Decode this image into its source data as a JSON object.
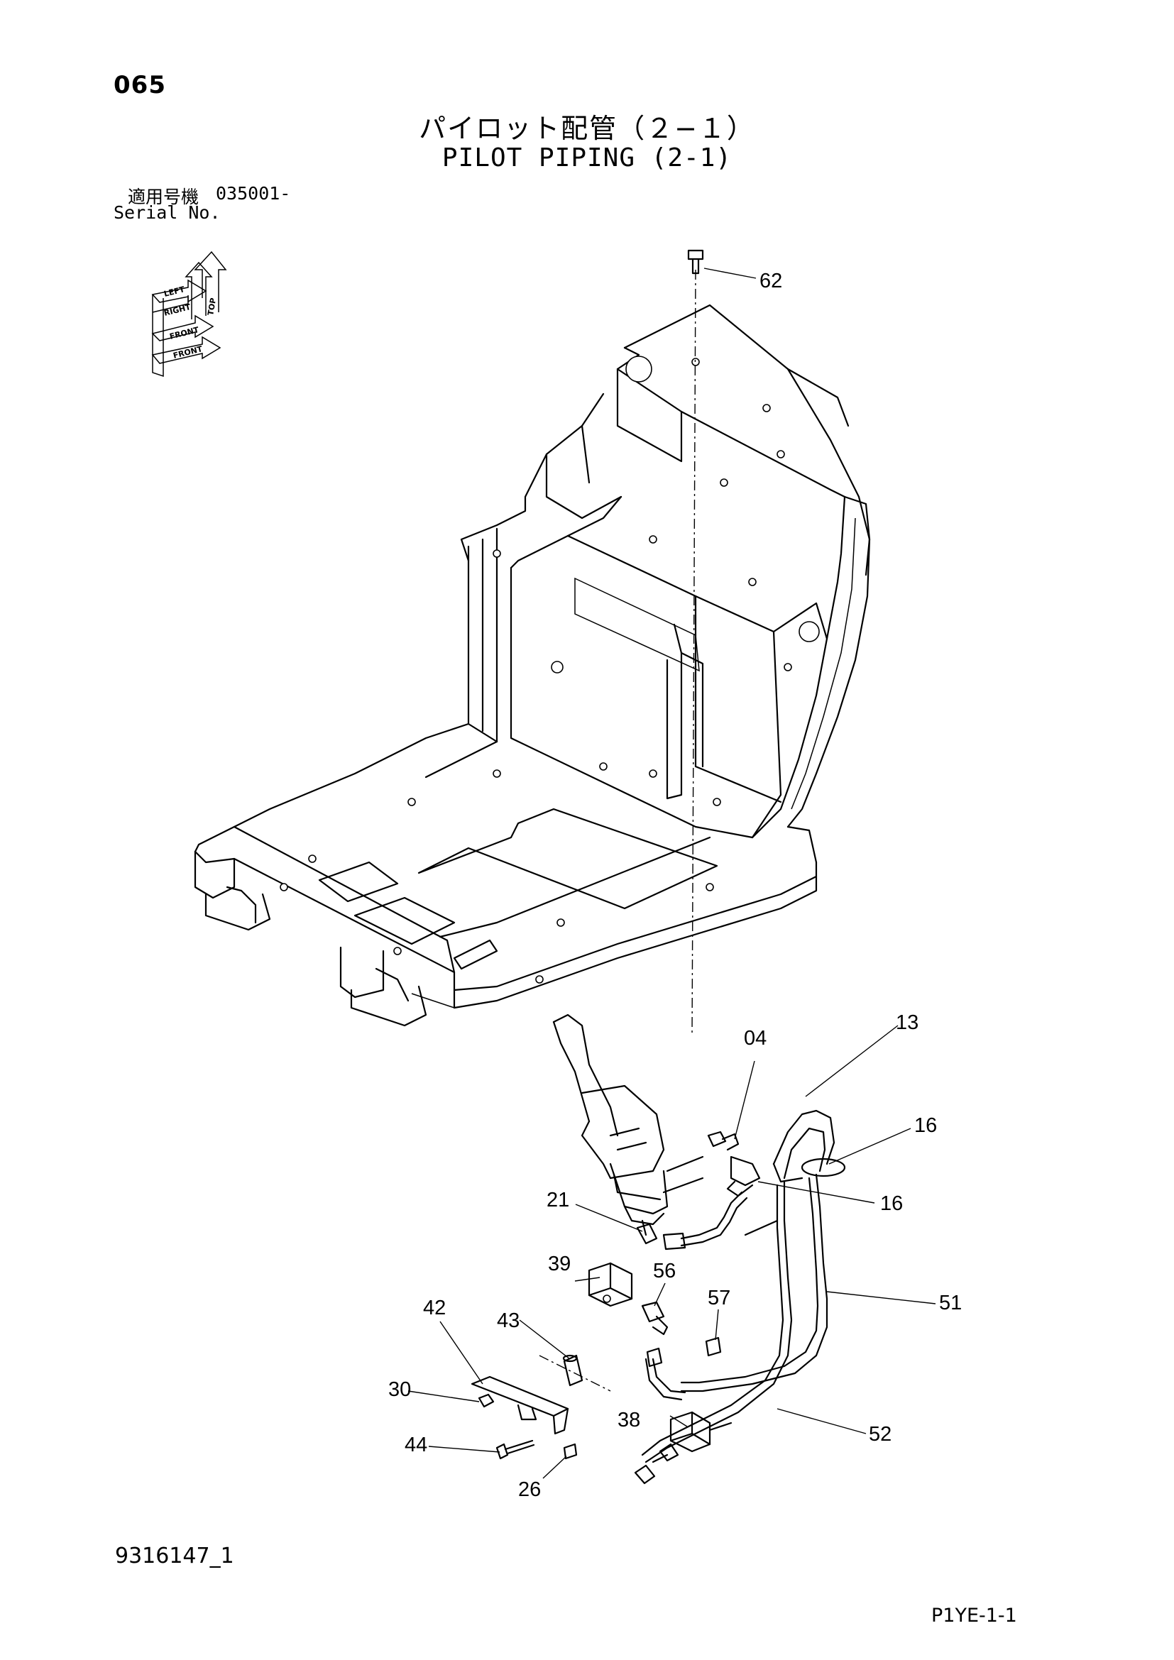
{
  "header": {
    "page_number": "065",
    "title_jp": "パイロット配管（２−１）",
    "title_en": "PILOT PIPING (2-1)",
    "serial_label_jp": "適用号機",
    "serial_label_en": "Serial No.",
    "serial_number": "035001-"
  },
  "orientation_indicator": {
    "icon": "orientation-arrows-icon",
    "labels": [
      "LEFT",
      "RIGHT",
      "TOP",
      "FRONT",
      "FRONT"
    ]
  },
  "callouts": [
    {
      "id": "62"
    },
    {
      "id": "13"
    },
    {
      "id": "04"
    },
    {
      "id": "16"
    },
    {
      "id": "16"
    },
    {
      "id": "21"
    },
    {
      "id": "39"
    },
    {
      "id": "56"
    },
    {
      "id": "57"
    },
    {
      "id": "51"
    },
    {
      "id": "42"
    },
    {
      "id": "43"
    },
    {
      "id": "30"
    },
    {
      "id": "38"
    },
    {
      "id": "52"
    },
    {
      "id": "44"
    },
    {
      "id": "26"
    }
  ],
  "footer": {
    "drawing_code": "9316147_1",
    "sheet_code": "P1YE-1-1"
  }
}
